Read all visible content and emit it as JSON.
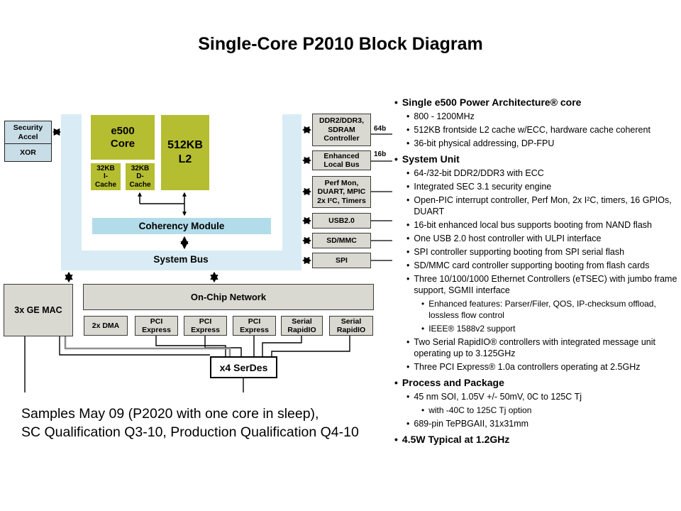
{
  "title": "Single-Core P2010 Block Diagram",
  "colors": {
    "olive": "#b5bd31",
    "bus_blue": "#d9ecf5",
    "coherency_blue": "#b3dcea",
    "security_blue": "#c9dde6",
    "box_gray": "#d9d9d2"
  },
  "diagram": {
    "security": {
      "top": "Security\nAccel",
      "bottom": "XOR"
    },
    "core": "e500\nCore",
    "l2": "512KB\nL2",
    "icache": "32KB\nI-\nCache",
    "dcache": "32KB\nD-\nCache",
    "coherency": "Coherency Module",
    "system_bus": "System Bus",
    "peripherals": {
      "ddr": "DDR2/DDR3,\nSDRAM\nController",
      "ddr_width": "64b",
      "elb": "Enhanced\nLocal Bus",
      "elb_width": "16b",
      "perf": "Perf Mon,\nDUART, MPIC\n2x I²C, Timers",
      "usb": "USB2.0",
      "sdmmc": "SD/MMC",
      "spi": "SPI"
    },
    "gemac": "3x GE MAC",
    "ocn": "On-Chip Network",
    "row": [
      "2x DMA",
      "PCI Express",
      "PCI Express",
      "PCI Express",
      "Serial RapidIO",
      "Serial RapidIO"
    ],
    "serdes": "x4 SerDes"
  },
  "bullets": [
    {
      "level": 1,
      "bold": true,
      "text": "Single e500 Power Architecture® core"
    },
    {
      "level": 2,
      "bold": false,
      "text": "800 - 1200MHz"
    },
    {
      "level": 2,
      "bold": false,
      "text": "512KB frontside L2 cache w/ECC,  hardware cache coherent"
    },
    {
      "level": 2,
      "bold": false,
      "text": "36-bit physical addressing, DP-FPU"
    },
    {
      "level": 1,
      "bold": true,
      "text": "System Unit"
    },
    {
      "level": 2,
      "bold": false,
      "text": "64-/32-bit DDR2/DDR3 with ECC"
    },
    {
      "level": 2,
      "bold": false,
      "text": "Integrated SEC 3.1 security engine"
    },
    {
      "level": 2,
      "bold": false,
      "text": "Open-PIC interrupt controller, Perf Mon, 2x I²C, timers, 16 GPIOs, DUART"
    },
    {
      "level": 2,
      "bold": false,
      "text": "16-bit enhanced local bus supports booting from NAND flash"
    },
    {
      "level": 2,
      "bold": false,
      "text": "One USB 2.0 host controller with ULPI interface"
    },
    {
      "level": 2,
      "bold": false,
      "text": "SPI controller supporting booting from SPI serial flash"
    },
    {
      "level": 2,
      "bold": false,
      "text": "SD/MMC card controller supporting booting from flash cards"
    },
    {
      "level": 2,
      "bold": false,
      "text": "Three 10/100/1000 Ethernet Controllers (eTSEC) with jumbo frame support, SGMII interface"
    },
    {
      "level": 3,
      "bold": false,
      "text": "Enhanced features: Parser/Filer, QOS, IP-checksum offload, lossless flow control"
    },
    {
      "level": 3,
      "bold": false,
      "text": "IEEE® 1588v2 support"
    },
    {
      "level": 2,
      "bold": false,
      "text": "Two Serial RapidIO® controllers with integrated message unit operating up to 3.125GHz"
    },
    {
      "level": 2,
      "bold": false,
      "text": "Three PCI Express® 1.0a controllers operating at 2.5GHz"
    },
    {
      "level": 1,
      "bold": true,
      "text": "Process and Package"
    },
    {
      "level": 2,
      "bold": false,
      "text": "45 nm SOI, 1.05V +/- 50mV, 0C to 125C Tj"
    },
    {
      "level": 3,
      "bold": false,
      "text": "with -40C to 125C Tj option"
    },
    {
      "level": 2,
      "bold": false,
      "text": "689-pin TePBGAII, 31x31mm"
    },
    {
      "level": 1,
      "bold": true,
      "text": "4.5W Typical at 1.2GHz"
    }
  ],
  "footer": "Samples May 09 (P2020 with one core in sleep),\nSC Qualification Q3-10, Production Qualification Q4-10"
}
